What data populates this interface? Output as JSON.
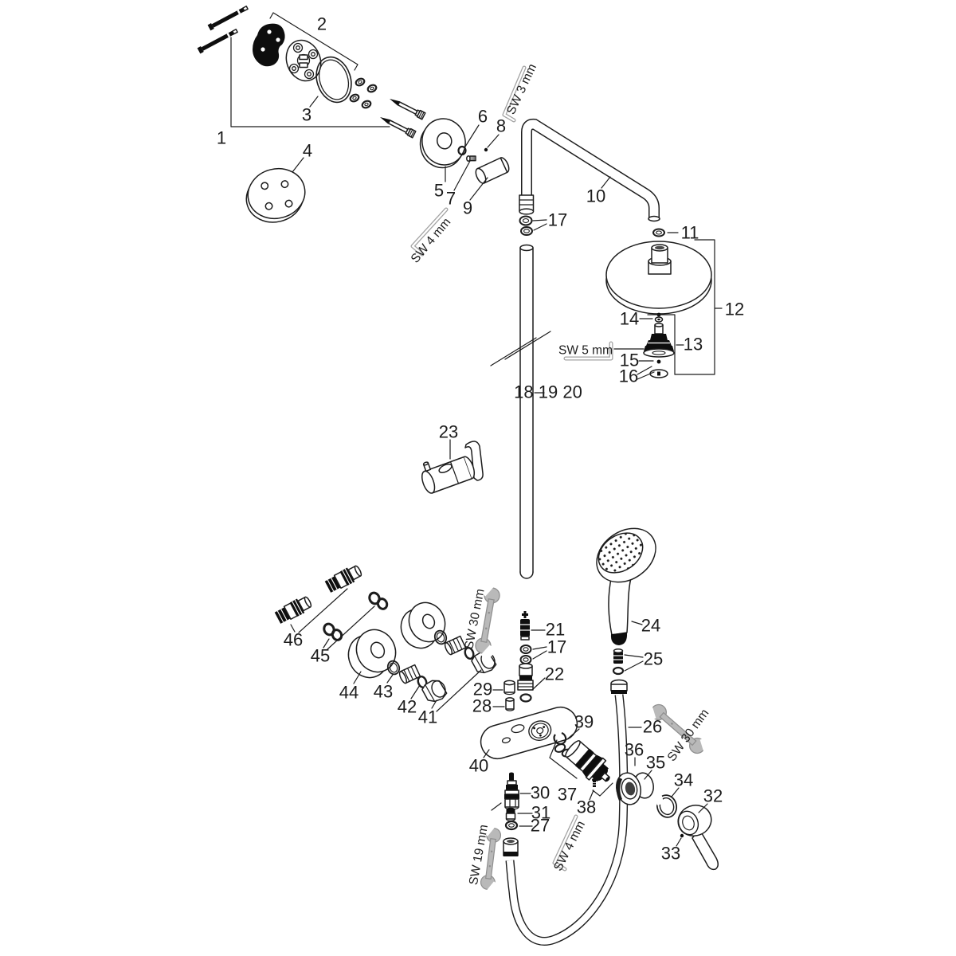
{
  "diagram_type": "exploded-parts-diagram",
  "colors": {
    "background": "#ffffff",
    "line": "#1c1c1c",
    "black_part_fill": "#0e0e0e",
    "tool_fill": "#b9b9b9",
    "tool_stroke": "#8f8f8f",
    "hex_key_stroke": "#a3a3a3"
  },
  "callouts": {
    "c1": "1",
    "c2": "2",
    "c3": "3",
    "c4": "4",
    "c5": "5",
    "c6": "6",
    "c7": "7",
    "c8": "8",
    "c9": "9",
    "c10": "10",
    "c11": "11",
    "c12": "12",
    "c13": "13",
    "c14": "14",
    "c15": "15",
    "c16": "16",
    "c17a": "17",
    "c17b": "17",
    "c18_20": "18 19 20",
    "c21": "21",
    "c22": "22",
    "c23": "23",
    "c24": "24",
    "c25": "25",
    "c26": "26",
    "c27": "27",
    "c28": "28",
    "c29": "29",
    "c30": "30",
    "c31": "31",
    "c32": "32",
    "c33": "33",
    "c34": "34",
    "c35": "35",
    "c36": "36",
    "c37": "37",
    "c38": "38",
    "c39": "39",
    "c40": "40",
    "c41": "41",
    "c42": "42",
    "c43": "43",
    "c44": "44",
    "c45": "45",
    "c46": "46"
  },
  "tools": {
    "sw3": "SW 3 mm",
    "sw4a": "SW 4 mm",
    "sw4b": "SW 4 mm",
    "sw5": "SW 5 mm",
    "sw19": "SW 19 mm",
    "sw30a": "SW 30 mm",
    "sw30b": "SW 30 mm"
  }
}
